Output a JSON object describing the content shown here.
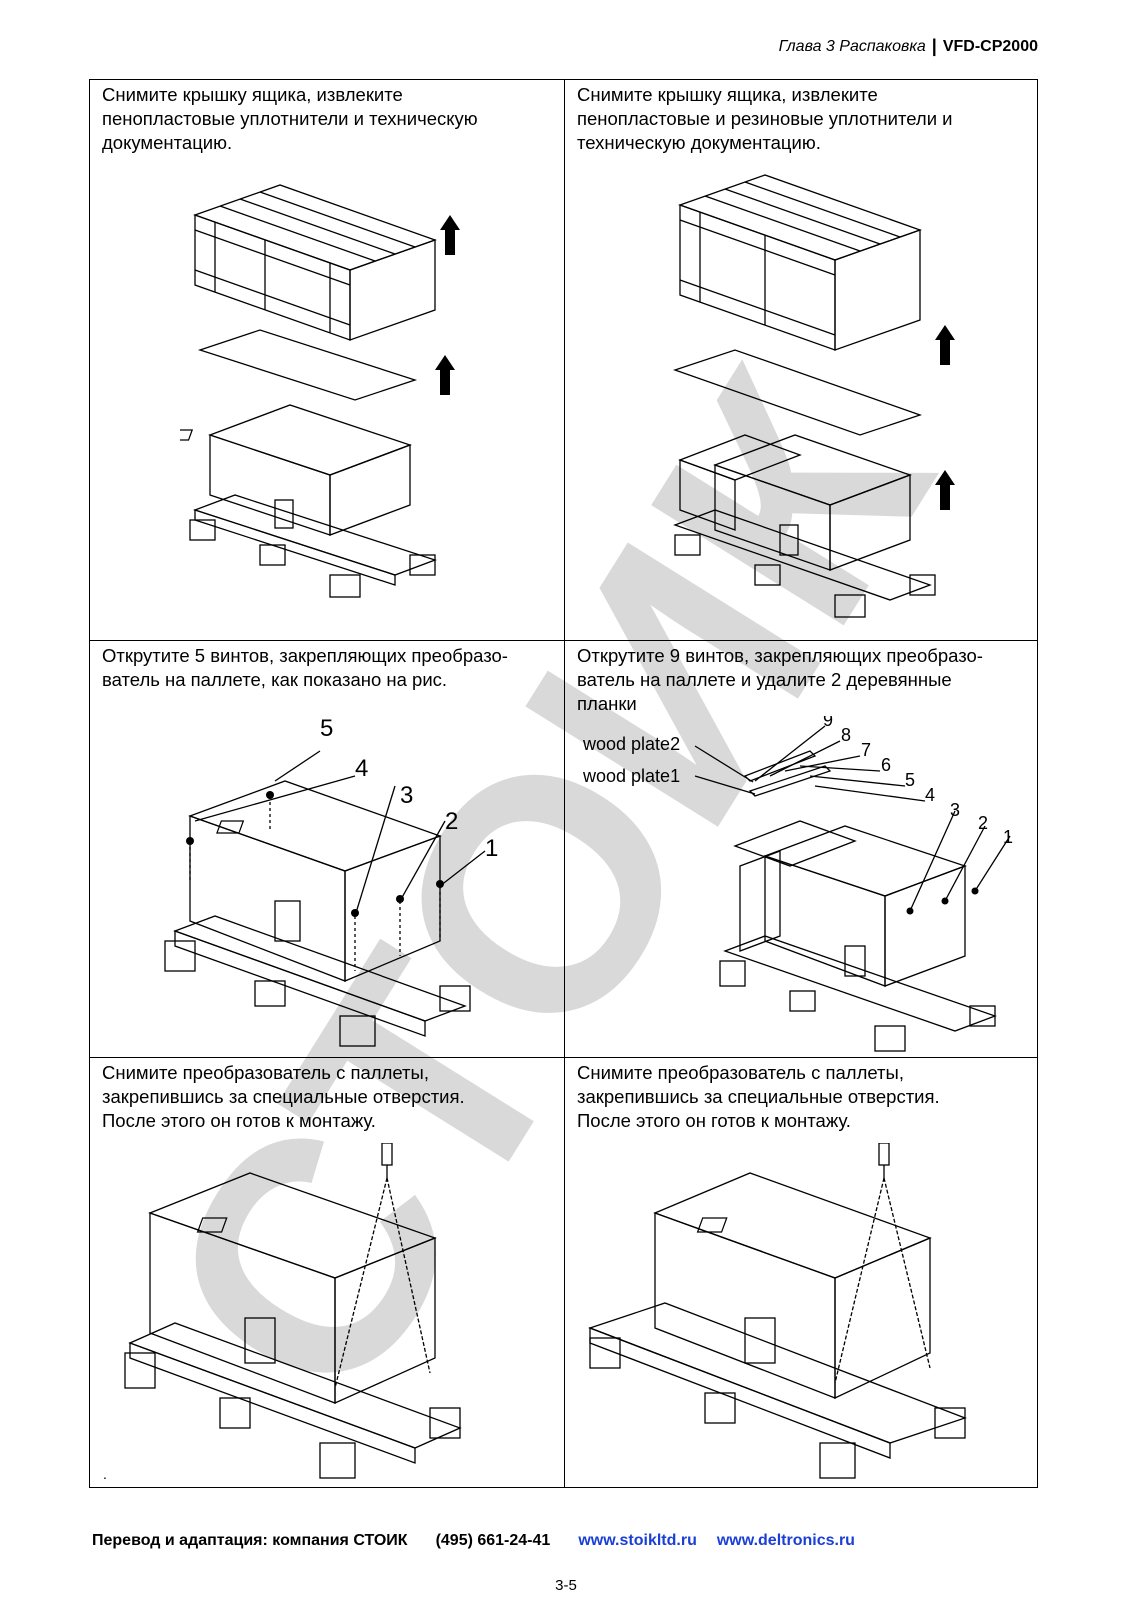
{
  "header": {
    "chapter": "Глава 3 Распаковка",
    "separator": "|",
    "model": "VFD-CP2000"
  },
  "cells": {
    "r1_left": "Снимите крышку ящика, извлеките\nпенопластовые уплотнители и техническую\nдокументацию.",
    "r1_right": "Снимите крышку ящика, извлеките\nпенопластовые и резиновые уплотнители и\nтехническую документацию.",
    "r2_left": "Открутите 5 винтов, закрепляющих преобразо-\nватель на паллете, как показано на рис.",
    "r2_right": "Открутите 9 винтов, закрепляющих преобразо-\nватель на паллете и удалите 2 деревянные\nпланки",
    "r3_left": "Снимите преобразователь с паллеты,\nзакрепившись за специальные отверстия.\nПосле этого он готов к монтажу.",
    "r3_right": "Снимите преобразователь с паллеты,\nзакрепившись за специальные отверстия.\nПосле этого он готов к монтажу.",
    "r3_left_dot": "."
  },
  "callouts_left": [
    "5",
    "4",
    "3",
    "2",
    "1"
  ],
  "callouts_right": [
    "9",
    "8",
    "7",
    "6",
    "5",
    "4",
    "3",
    "2",
    "1"
  ],
  "wood_plates": [
    "wood plate2",
    "wood plate1"
  ],
  "watermark": "СТОИК",
  "footer": {
    "credit": "Перевод и адаптация: компания СТОИК",
    "phone": "(495) 661-24-41",
    "site1": "www.stoikltd.ru",
    "site2": "www.deltronics.ru"
  },
  "page_number": "3-5",
  "colors": {
    "link": "#1a3fd6",
    "watermark": "#d9d9d9"
  }
}
